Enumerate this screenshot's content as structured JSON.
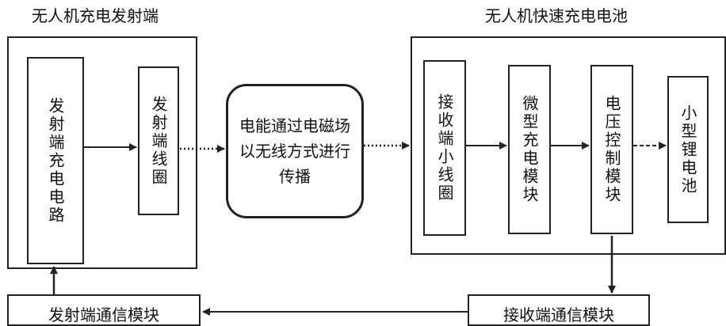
{
  "diagram": {
    "transmitter": {
      "title": "无人机充电发射端",
      "circuit_label": "发射端充电电路",
      "coil_label": "发射端线圈",
      "comm_label": "发射端通信模块"
    },
    "medium_label": "电能通过电磁场以无线方式进行传播",
    "battery": {
      "title": "无人机快速充电电池",
      "rx_coil_label": "接收端小线圈",
      "charge_module_label": "微型充电模块",
      "voltage_module_label": "电压控制模块",
      "battery_label": "小型锂电池",
      "comm_label": "接收端通信模块"
    },
    "colors": {
      "stroke": "#222222",
      "background": "#ffffff"
    }
  }
}
